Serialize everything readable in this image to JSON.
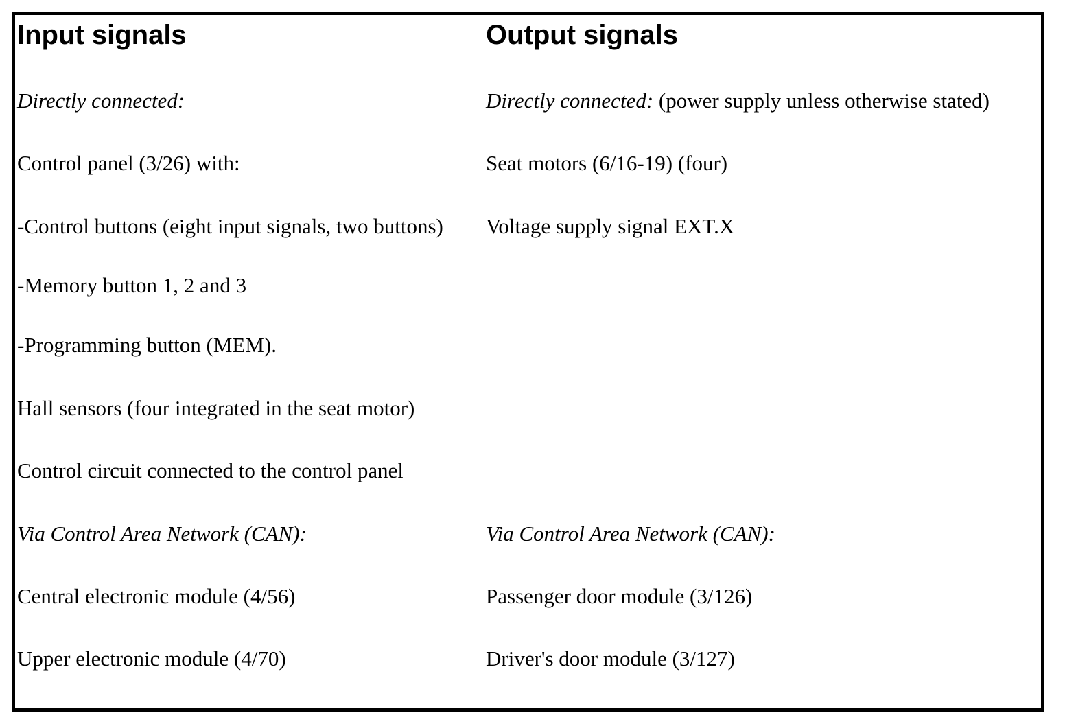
{
  "table": {
    "input_header": "Input signals",
    "output_header": "Output signals",
    "input": {
      "direct_label": "Directly connected:",
      "items": [
        "Control panel (3/26) with:",
        "-Control buttons (eight input signals, two buttons)",
        "-Memory button 1, 2 and 3",
        "-Programming button (MEM).",
        "Hall sensors (four integrated in the seat motor)",
        "Control circuit connected to the control panel"
      ],
      "can_label": "Via Control Area Network (CAN):",
      "can_items": [
        "Central electronic module (4/56)",
        "Upper electronic module (4/70)"
      ]
    },
    "output": {
      "direct_label": "Directly connected:",
      "direct_note": " (power supply unless otherwise stated)",
      "items": [
        "Seat motors (6/16-19) (four)",
        "Voltage supply signal EXT.X"
      ],
      "can_label": "Via Control Area Network (CAN):",
      "can_items": [
        "Passenger door module (3/126)",
        "Driver's door module (3/127)"
      ]
    }
  }
}
